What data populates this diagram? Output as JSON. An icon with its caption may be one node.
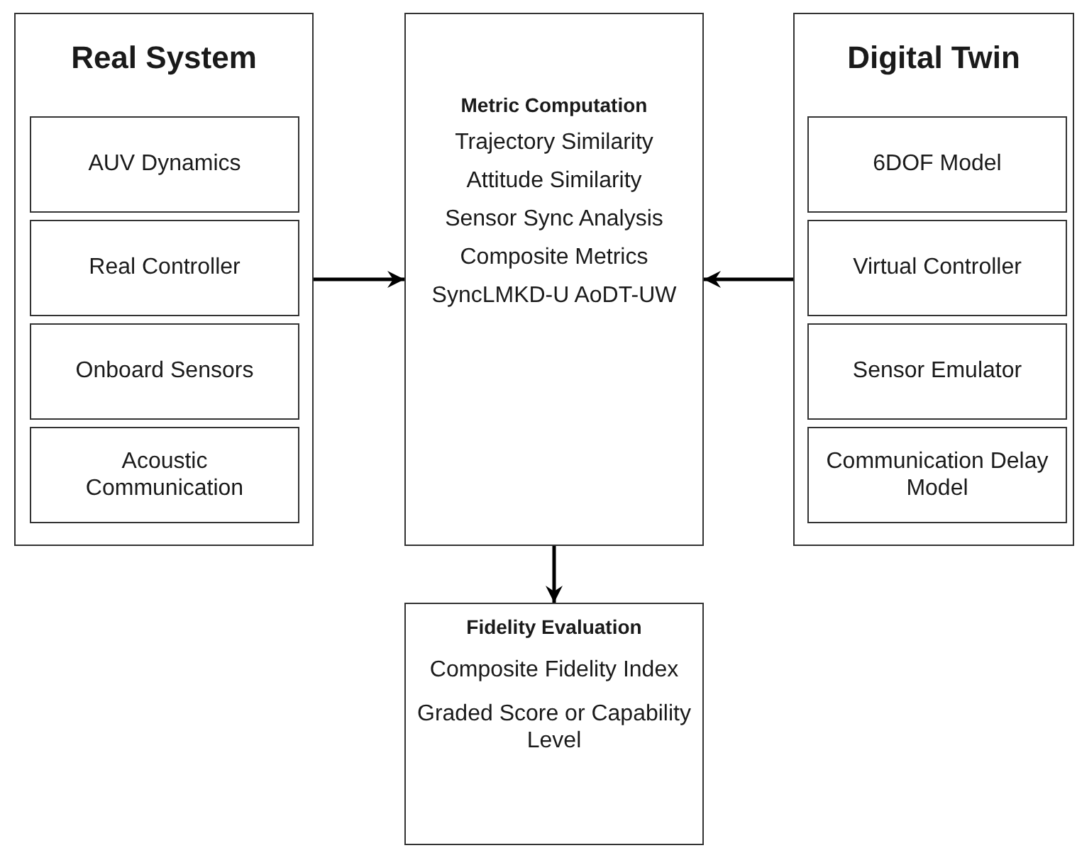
{
  "diagram": {
    "nodes": [
      {
        "text": [
          "Real System"
        ]
      },
      {
        "text": [
          "AUV Dynamics"
        ],
        "in": 0
      },
      {
        "text": [
          "Real Controller"
        ],
        "in": 0
      },
      {
        "text": [
          "Onboard Sensors"
        ],
        "in": 0
      },
      {
        "text": [
          "Acoustic Communication"
        ],
        "in": 0
      },
      {
        "text": [
          "Metric Computation",
          "Trajectory Similarity",
          "Attitude Similarity",
          "Sensor Sync Analysis",
          "Composite Metrics",
          "SyncLMKD-U AoDT-UW"
        ]
      },
      {
        "text": [
          "Digital Twin"
        ]
      },
      {
        "text": [
          "6DOF Model"
        ],
        "in": 6
      },
      {
        "text": [
          "Virtual Controller"
        ],
        "in": 6
      },
      {
        "text": [
          "Sensor Emulator"
        ],
        "in": 6
      },
      {
        "text": [
          "Communication Delay Model"
        ],
        "in": 6
      },
      {
        "text": [
          "Fidelity Evaluation",
          "Composite Fidelity Index",
          "Graded Score or Capability Level"
        ]
      }
    ],
    "edges": [
      {
        "from": 0,
        "to": 5,
        "arrow": "to"
      },
      {
        "from": 6,
        "to": 5,
        "arrow": "to"
      },
      {
        "from": 5,
        "to": 11,
        "arrow": "to"
      }
    ]
  }
}
